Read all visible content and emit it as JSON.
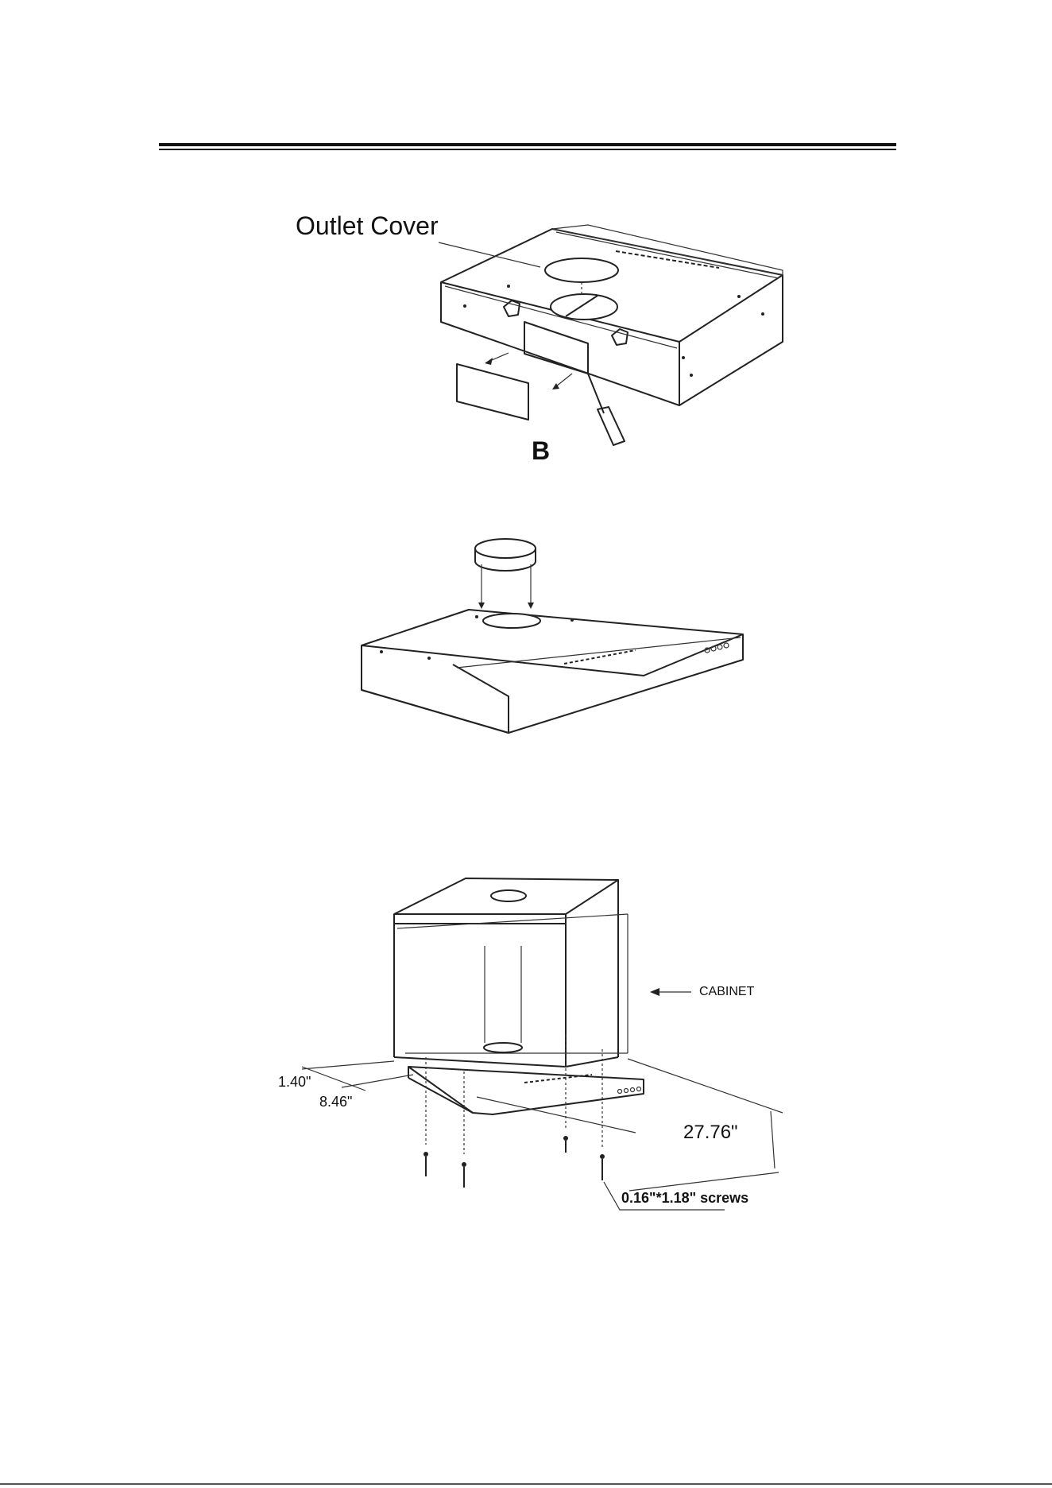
{
  "figure_b": {
    "outlet_cover_label": "Outlet Cover",
    "figure_letter": "B"
  },
  "figure_d": {
    "cabinet_label": "CABINET",
    "dim_depth_front": "1.40\"",
    "dim_depth_back": "8.46\"",
    "dim_width": "27.76\"",
    "screw_label": "0.16\"*1.18\" screws"
  }
}
